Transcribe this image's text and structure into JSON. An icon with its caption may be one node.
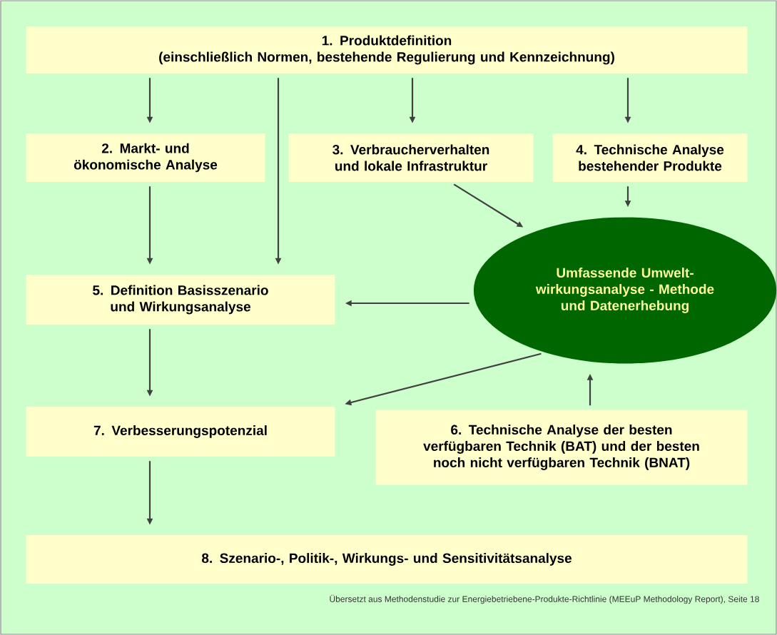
{
  "diagram": {
    "caption": "Übersetzt aus Methodenstudie zur Energiebetriebene-Produkte-Richtlinie (MEEuP Methodology Report), Seite 18",
    "nodes": [
      {
        "text": [
          "1. Produktdefinition",
          "(einschließlich Normen, bestehende Regulierung und Kennzeichnung)"
        ]
      },
      {
        "text": [
          "2. Markt- und ökonomische Analyse"
        ]
      },
      {
        "text": [
          "3. Verbraucherverhalten und lokale Infrastruktur"
        ]
      },
      {
        "text": [
          "4. Technische Analyse bestehender Produkte"
        ]
      },
      {
        "text": [
          "5. Definition Basisszenario und Wirkungsanalyse"
        ]
      },
      {
        "text": [
          "Umfassende Umwelt-wirkungsanalyse - Methode und Datenerhebung"
        ]
      },
      {
        "text": [
          "7. Verbesserungspotenzial"
        ]
      },
      {
        "text": [
          "6. Technische Analyse der besten verfügbaren Technik (BAT) und der besten noch nicht verfügbaren Technik (BNAT)"
        ]
      },
      {
        "text": [
          "8. Szenario-, Politik-, Wirkungs- und Sensitivitätsanalyse"
        ]
      }
    ],
    "edges": [
      {
        "from": 0,
        "to": 1,
        "arrow": "to"
      },
      {
        "from": 0,
        "to": 4,
        "arrow": "to"
      },
      {
        "from": 0,
        "to": 2,
        "arrow": "to"
      },
      {
        "from": 0,
        "to": 3,
        "arrow": "to"
      },
      {
        "from": 1,
        "to": 4,
        "arrow": "to"
      },
      {
        "from": 2,
        "to": 5,
        "arrow": "to"
      },
      {
        "from": 3,
        "to": 5,
        "arrow": "to"
      },
      {
        "from": 5,
        "to": 4,
        "arrow": "to"
      },
      {
        "from": 4,
        "to": 6,
        "arrow": "to"
      },
      {
        "from": 5,
        "to": 6,
        "arrow": "to"
      },
      {
        "from": 7,
        "to": 5,
        "arrow": "to"
      },
      {
        "from": 6,
        "to": 8,
        "arrow": "to"
      }
    ]
  }
}
